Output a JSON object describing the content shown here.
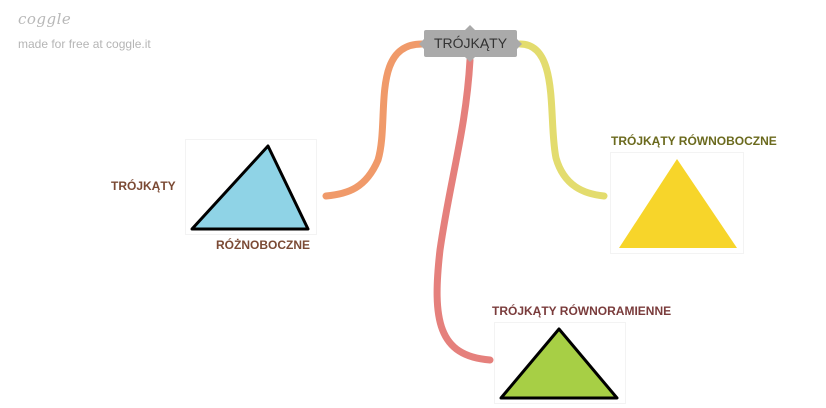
{
  "brand": {
    "logo_text": "coggle",
    "tagline": "made for free at coggle.it"
  },
  "root": {
    "label": "TRÓJKĄTY"
  },
  "nodes": [
    {
      "id": "roznoboczne",
      "label_line1": "TRÓJKĄTY",
      "label_line2": "RÓŻNOBOCZNE",
      "branch_color": "#f09a6a",
      "text_color": "#7b4a34",
      "fill": "#8fd3e6"
    },
    {
      "id": "rownoboczne",
      "label": "TRÓJKĄTY RÓWNOBOCZNE",
      "branch_color": "#e3dc6e",
      "text_color": "#6b6a1e",
      "fill": "#f7d52a"
    },
    {
      "id": "rownoramienne",
      "label": "TRÓJKĄTY RÓWNORAMIENNE",
      "branch_color": "#e5807c",
      "text_color": "#7a3c3c",
      "fill": "#a7cf45"
    }
  ],
  "colors": {
    "root_bg": "#aaaaaa",
    "triangle_stroke": "#000000"
  }
}
